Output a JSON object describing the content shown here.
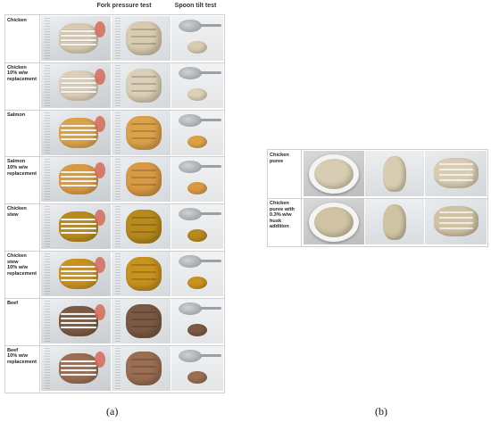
{
  "headers": {
    "fork": "Fork pressure test",
    "spoon": "Spoon tilt test"
  },
  "panel_a": {
    "rows": [
      {
        "label": "Chicken",
        "color": "#d9cbb0"
      },
      {
        "label": "Chicken\n10% w/w\nreplacement",
        "color": "#dcd0b8"
      },
      {
        "label": "Salmon",
        "color": "#dba24a"
      },
      {
        "label": "Salmon\n10% w/w\nreplacement",
        "color": "#d99a45"
      },
      {
        "label": "Chicken\nstew",
        "color": "#b88a1e"
      },
      {
        "label": "Chicken\nstew\n10% w/w\nreplacement",
        "color": "#c8921f"
      },
      {
        "label": "Beef",
        "color": "#7a5a44"
      },
      {
        "label": "Beef\n10% w/w\nreplacement",
        "color": "#9a6e52"
      }
    ]
  },
  "panel_b": {
    "rows": [
      {
        "label": "Chicken\npuree",
        "color": "#d8cdb2"
      },
      {
        "label": "Chicken\npuree with\n0.3% w/w\nhusk\naddition",
        "color": "#cfc3a4"
      }
    ]
  },
  "captions": {
    "a": "(a)",
    "b": "(b)"
  }
}
